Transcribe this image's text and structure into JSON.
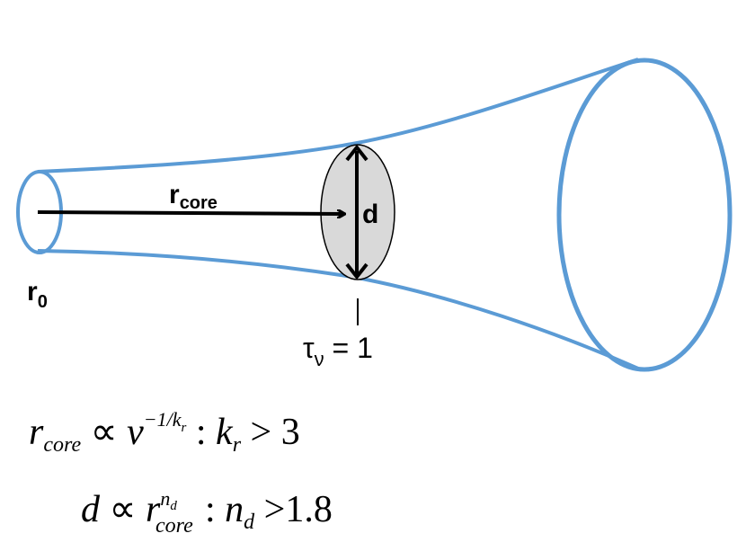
{
  "labels": {
    "r_core_main": "r",
    "r_core_sub": "core",
    "d": "d",
    "r0_main": "r",
    "r0_sub": "0",
    "tau_main": "τ",
    "tau_sub": "ν",
    "tau_rest": " = 1"
  },
  "equation1": {
    "r": "r",
    "r_sub": "core",
    "prop": " ∝ ",
    "nu": "ν",
    "exp": "−1/k",
    "exp_sub": "r",
    "colon": " : ",
    "k": "k",
    "k_sub": "r",
    "rest": " > 3"
  },
  "equation2": {
    "d": "d",
    "prop": " ∝ ",
    "r": "r",
    "r_sup": "n",
    "r_sup_sub": "d",
    "r_sub": "core",
    "colon": " : ",
    "n": "n",
    "n_sub": "d",
    "rest": " >1.8"
  },
  "colors": {
    "jet_outline": "#5b9bd5",
    "region_fill": "#d9d9d9",
    "ink": "#000000"
  }
}
